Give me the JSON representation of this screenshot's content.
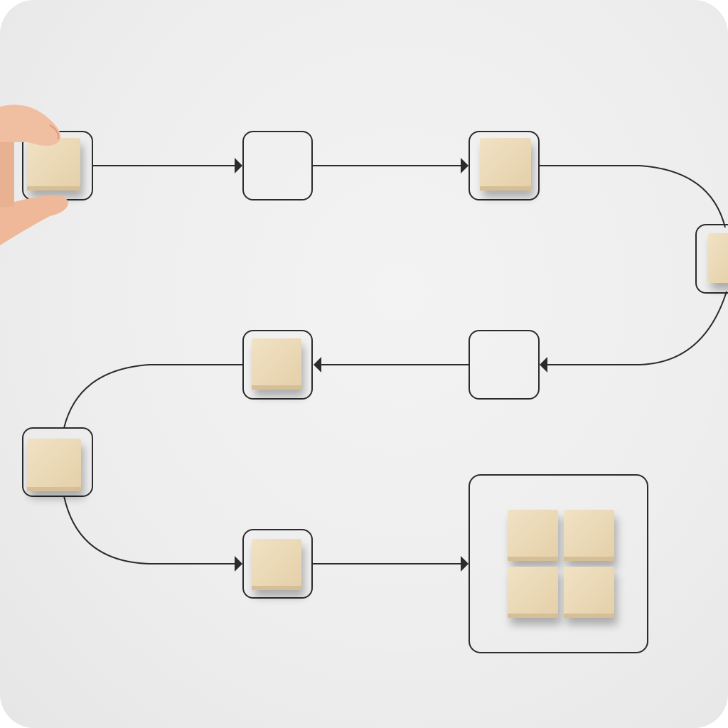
{
  "scene": {
    "subject": "process-flow",
    "palette": {
      "background": "#eeeeee",
      "line": "#2b2b2b",
      "block_face": "#ecd9b6",
      "block_side": "#d8c29a",
      "skin": "#f2c2a6"
    },
    "nodes": [
      {
        "id": "step-1",
        "content": "block-held-by-hand"
      },
      {
        "id": "step-2",
        "content": "empty"
      },
      {
        "id": "step-3",
        "content": "block"
      },
      {
        "id": "step-4",
        "content": "block-partially-visible"
      },
      {
        "id": "step-5",
        "content": "empty"
      },
      {
        "id": "step-6",
        "content": "block"
      },
      {
        "id": "step-7",
        "content": "block"
      },
      {
        "id": "step-8",
        "content": "block"
      },
      {
        "id": "goal",
        "content": "four-blocks"
      }
    ]
  }
}
